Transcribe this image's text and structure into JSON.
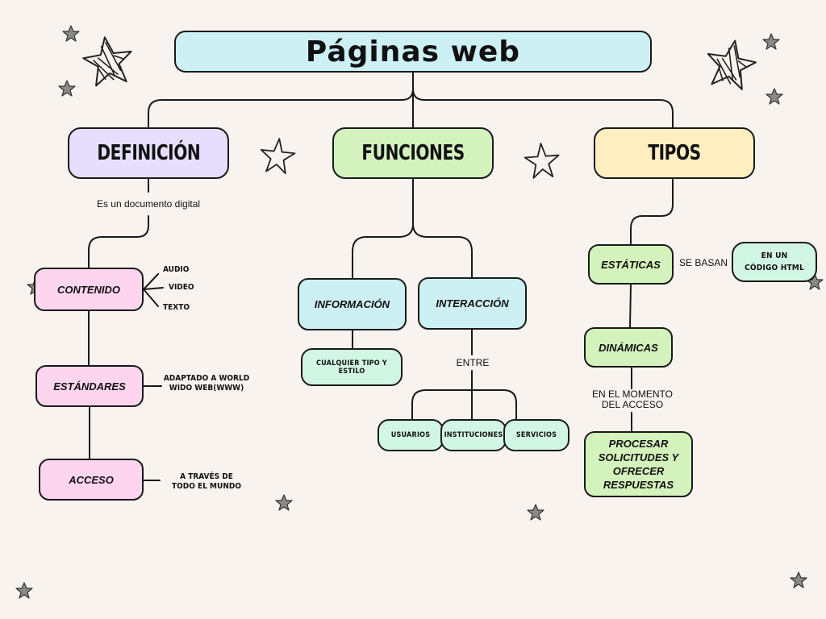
{
  "title": "Páginas web",
  "categories": {
    "definicion": "DEFINICIÓN",
    "funciones": "FUNCIONES",
    "tipos": "TIPOS"
  },
  "definicion": {
    "descripcion": "Es un documento digital",
    "contenido": "CONTENIDO",
    "contenido_items": [
      "AUDIO",
      "VIDEO",
      "TEXTO"
    ],
    "estandares": "ESTÁNDARES",
    "estandares_nota": "ADAPTADO A WORLD WIDO WEB(WWW)",
    "acceso": "ACCESO",
    "acceso_nota": "A TRAVÉS DE TODO EL MUNDO"
  },
  "funciones": {
    "informacion": "INFORMACIÓN",
    "informacion_detalle": "CUALQUIER TIPO Y ESTILO",
    "interaccion": "INTERACCIÓN",
    "entre": "ENTRE",
    "entidades": [
      "USUARIOS",
      "INSTITUCIONES",
      "SERVICIOS"
    ]
  },
  "tipos": {
    "estaticas": "ESTÁTICAS",
    "se_basan": "SE BASAN",
    "codigo": "EN UN CÓDIGO HTML",
    "dinamicas": "DINÁMICAS",
    "momento": "EN EL MOMENTO DEL ACCESO",
    "procesar": "PROCESAR SOLICITUDES Y OFRECER RESPUESTAS"
  },
  "colors": {
    "background": "#f8f3ee",
    "title": "#ccf0f4",
    "definicion": "#e6defc",
    "funciones": "#d3f2bc",
    "tipos": "#feeec0",
    "pink": "#fdd5ee",
    "blue": "#cdf0f4",
    "mint": "#d2f6e4",
    "green": "#d4f2bc"
  }
}
